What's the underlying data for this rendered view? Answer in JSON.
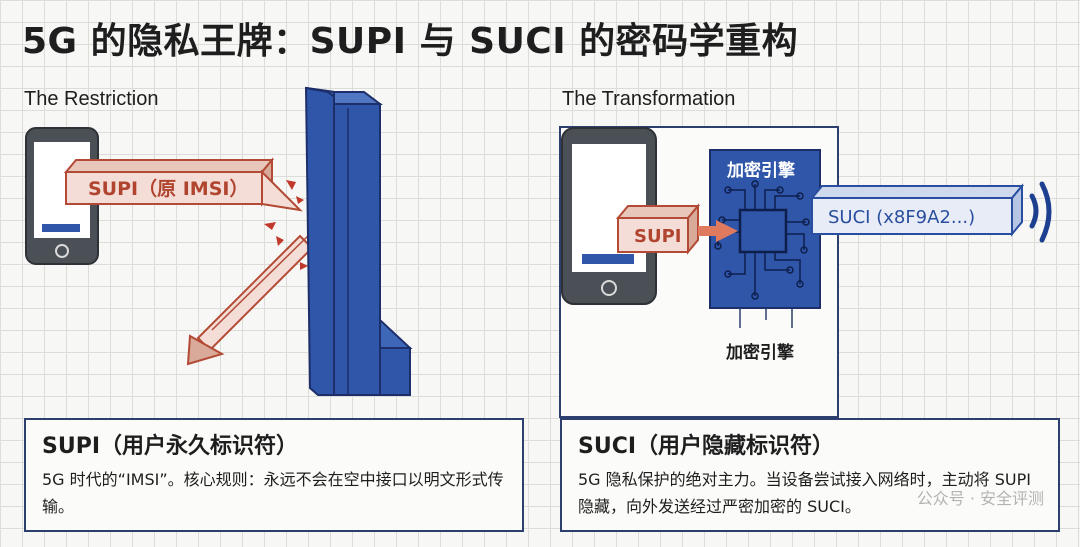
{
  "title": "5G 的隐私王牌：SUPI 与 SUCI 的密码学重构",
  "left": {
    "heading": "The Restriction",
    "label": "SUPI（原 IMSI）",
    "box_title": "SUPI（用户永久标识符）",
    "box_body": "5G 时代的“IMSI”。核心规则：永远不会在空中接口以明文形式传输。"
  },
  "right": {
    "heading": "The Transformation",
    "chip_label_top": "加密引擎",
    "chip_label_bottom": "加密引擎",
    "input_label": "SUPI",
    "output_label": "SUCI (x8F9A2...)",
    "box_title": "SUCI（用户隐藏标识符）",
    "box_body": "5G 隐私保护的绝对主力。当设备尝试接入网络时，主动将 SUPI 隐藏，向外发送经过严密加密的 SUCI。"
  },
  "watermark": "公众号 · 安全评测",
  "colors": {
    "phone": "#4b4f56",
    "screen": "#ffffff",
    "wall": "#2f56a8",
    "label_fill": "#f3ddd6",
    "label_stroke": "#b34a35",
    "label_text": "#b0442e",
    "chip_bg": "#2f56a8",
    "output_fill": "#e7ecf7",
    "output_text": "#2a4e9f",
    "signal": "#1d3f8f"
  }
}
